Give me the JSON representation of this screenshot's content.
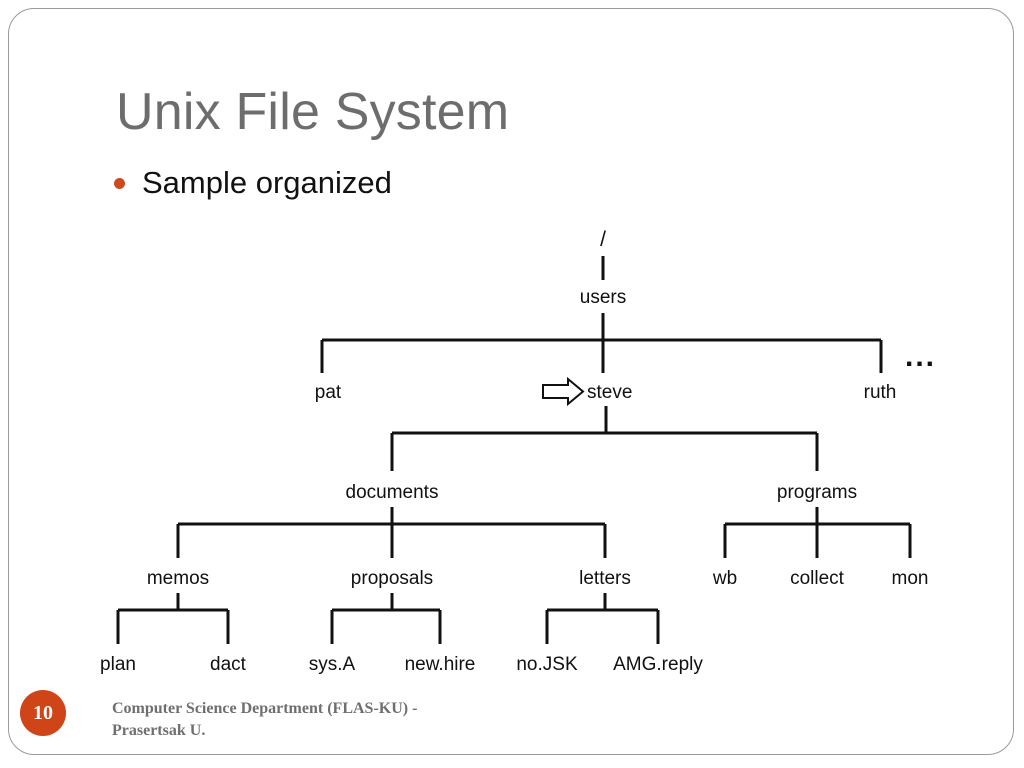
{
  "slide": {
    "title": "Unix File System",
    "bullets": [
      {
        "text": "Sample  organized",
        "marker": "bullet-dot"
      }
    ],
    "accent_color": "#cc4a1e",
    "title_color": "#6d6d6d"
  },
  "tree": {
    "ellipsis": "...",
    "arrow_marker_target": "steve",
    "nodes": {
      "root": "/",
      "users": "users",
      "pat": "pat",
      "steve": "steve",
      "ruth": "ruth",
      "documents": "documents",
      "programs": "programs",
      "memos": "memos",
      "proposals": "proposals",
      "letters": "letters",
      "wb": "wb",
      "collect": "collect",
      "mon": "mon",
      "plan": "plan",
      "dact": "dact",
      "sysA": "sys.A",
      "newhire": "new.hire",
      "nojsk": "no.JSK",
      "amgreply": "AMG.reply"
    }
  },
  "footer": {
    "page_number": "10",
    "credit_line_1": "Computer Science Department (FLAS-KU) -",
    "credit_line_2": "Prasertsak U.",
    "badge_color": "#cf4518"
  }
}
